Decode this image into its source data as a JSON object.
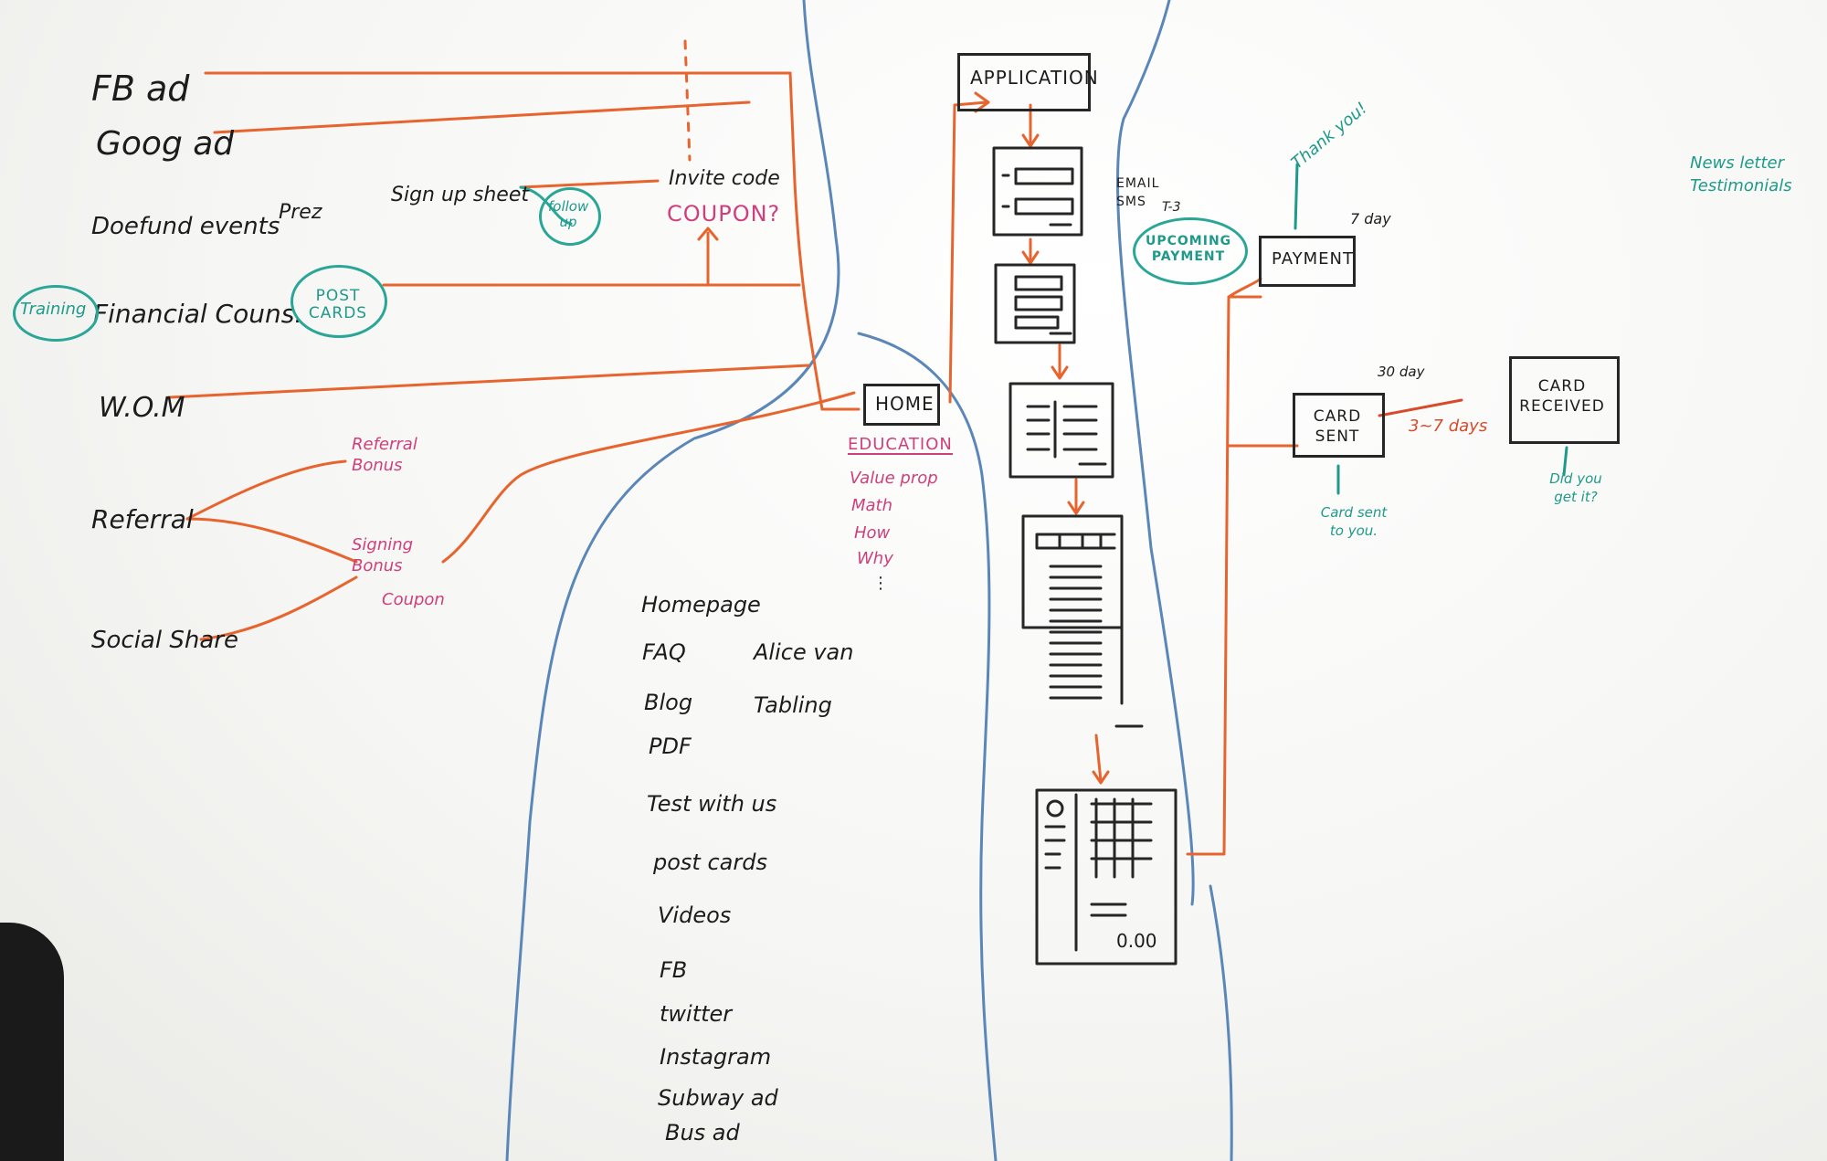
{
  "colors": {
    "ink_black": "#1c1c1c",
    "ink_orange": "#e8642e",
    "ink_blue": "#5b86b8",
    "ink_teal": "#1f9a8a",
    "ink_pink": "#cf3f7b"
  },
  "sources": {
    "fb_ad": "FB ad",
    "goog_ad": "Goog ad",
    "events": "Doefund events",
    "prez": "Prez",
    "signup_sheet": "Sign up sheet",
    "financial": "Financial Couns.",
    "wom": "W.O.M",
    "referral": "Referral",
    "social_share": "Social Share"
  },
  "annotations": {
    "training": "Training",
    "post_cards": "POST CARDS",
    "follow_up": "follow up",
    "invite_code": "Invite code",
    "coupon_q": "COUPON?",
    "referral_bonus": "Referral Bonus",
    "signing_bonus": "Signing Bonus",
    "coupon": "Coupon"
  },
  "home": {
    "title": "HOME",
    "education": "EDUCATION",
    "items": [
      "Value prop",
      "Math",
      "How",
      "Why",
      "⋮"
    ]
  },
  "channels": {
    "col1": [
      "Homepage",
      "FAQ",
      "Blog",
      "PDF",
      "Test with us",
      "post cards",
      "Videos",
      "FB",
      "twitter",
      "Instagram",
      "Subway ad",
      "Bus ad"
    ],
    "col2": [
      "Alice van",
      "Tabling"
    ]
  },
  "flow": {
    "application": "APPLICATION",
    "email_sms": "EMAIL SMS",
    "t_minus": "T-3",
    "upcoming_payment": "UPCOMING PAYMENT",
    "payment": "PAYMENT",
    "seven_day": "7 day",
    "thank_you": "Thank you!",
    "card_sent": "CARD SENT",
    "thirty_day": "30 day",
    "three_seven_days": "3~7 days",
    "card_received": "CARD RECEIVED",
    "card_sent_note": "Card sent to you.",
    "did_you_get": "Did you get it?",
    "newsletter": "News letter",
    "testimonials": "Testimonials",
    "amount": "0.00"
  }
}
